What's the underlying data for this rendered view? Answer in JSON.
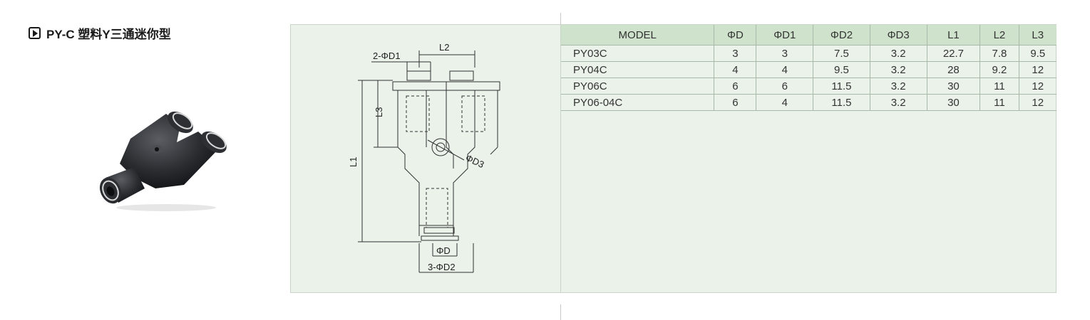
{
  "section": {
    "title": "PY-C 塑料Y三通迷你型",
    "icon": "play-icon"
  },
  "drawing_labels": {
    "l2": "L2",
    "d1": "2-ΦD1",
    "l3": "L3",
    "l1": "L1",
    "d3": "ΦD3",
    "d": "ΦD",
    "d2": "3-ΦD2"
  },
  "table": {
    "headers": [
      "MODEL",
      "ΦD",
      "ΦD1",
      "ΦD2",
      "ΦD3",
      "L1",
      "L2",
      "L3"
    ],
    "rows": [
      [
        "PY03C",
        "3",
        "3",
        "7.5",
        "3.2",
        "22.7",
        "7.8",
        "9.5"
      ],
      [
        "PY04C",
        "4",
        "4",
        "9.5",
        "3.2",
        "28",
        "9.2",
        "12"
      ],
      [
        "PY06C",
        "6",
        "6",
        "11.5",
        "3.2",
        "30",
        "11",
        "12"
      ],
      [
        "PY06-04C",
        "6",
        "4",
        "11.5",
        "3.2",
        "30",
        "11",
        "12"
      ]
    ]
  }
}
